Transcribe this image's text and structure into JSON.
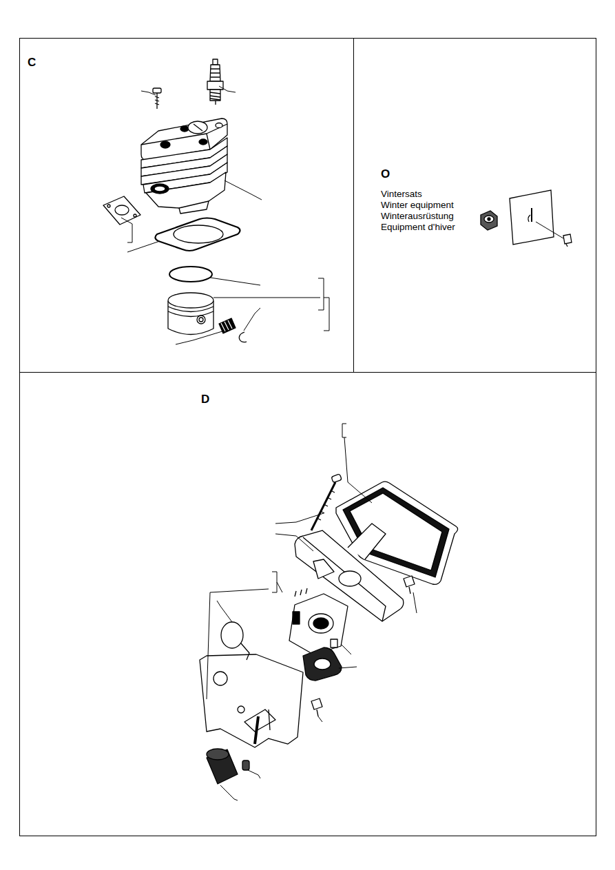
{
  "diagram": {
    "nodes": [
      {
        "text": [
          "C"
        ]
      },
      {
        "text": [
          "O",
          "Vintersats",
          "Winter equipment",
          "Winterausrüstung",
          "Equipment d'hiver"
        ]
      },
      {
        "text": [
          "D"
        ]
      }
    ]
  }
}
